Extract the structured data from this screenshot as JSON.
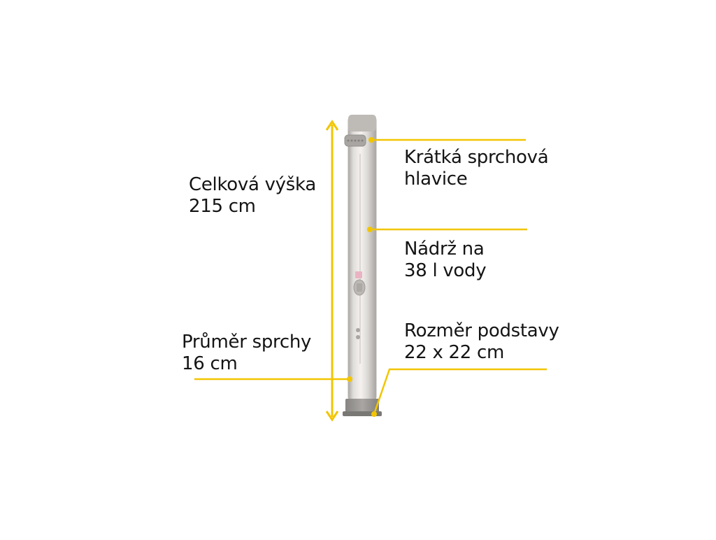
{
  "colors": {
    "accent": "#f2c500",
    "text": "#141414",
    "pipe": "#c9c5c0",
    "background": "#ffffff"
  },
  "labels": {
    "height": {
      "line1": "Celková výška",
      "line2": "215 cm"
    },
    "diameter": {
      "line1": "Průměr sprchy",
      "line2": "16 cm"
    },
    "head": {
      "line1": "Krátká sprchová",
      "line2": "hlavice"
    },
    "tank": {
      "line1": "Nádrž na",
      "line2": "38 l vody"
    },
    "base": {
      "line1": "Rozměr podstavy",
      "line2": "22 x 22 cm"
    }
  },
  "icons": {
    "arrow": "double-headed-arrow-icon",
    "head": "shower-head-icon",
    "mixer": "mixer-valve-icon",
    "indicator": "temperature-indicator-icon"
  }
}
